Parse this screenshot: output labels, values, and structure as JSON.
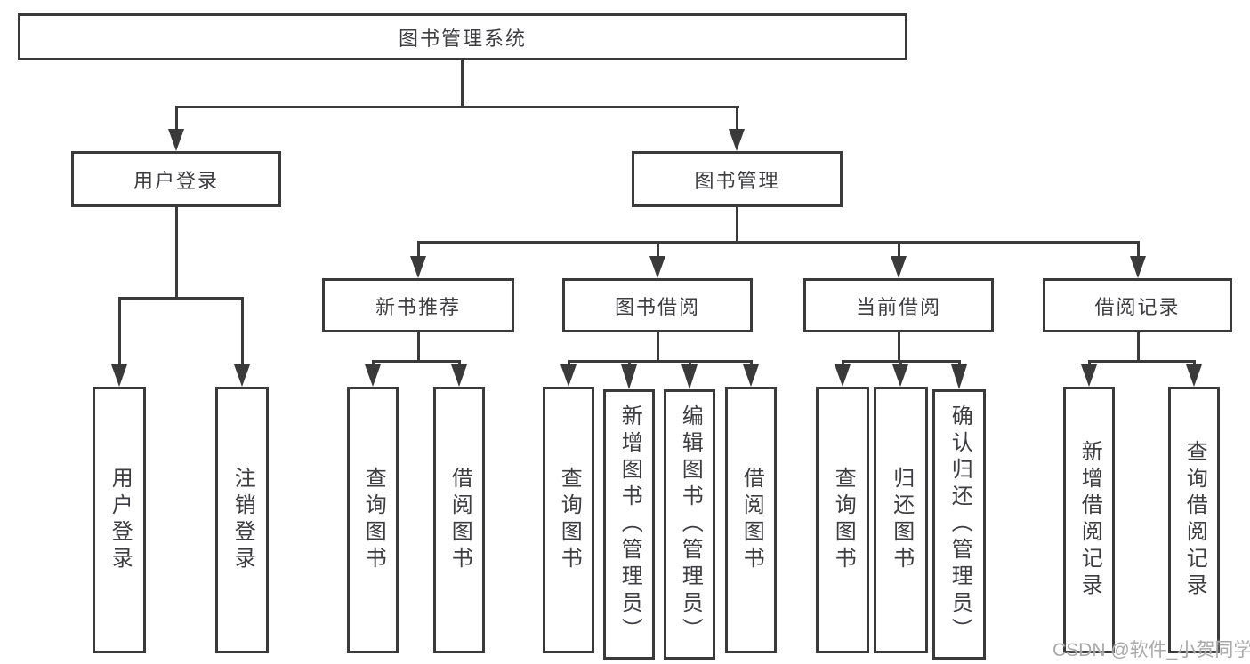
{
  "diagram": {
    "root": "图书管理系统",
    "user_login": {
      "label": "用户登录",
      "children": [
        "用户登录",
        "注销登录"
      ]
    },
    "book_mgmt": {
      "label": "图书管理"
    },
    "new_book": {
      "label": "新书推荐",
      "children": [
        "查询图书",
        "借阅图书"
      ]
    },
    "book_borrow": {
      "label": "图书借阅",
      "children": [
        "查询图书",
        "新增图书（管理员）",
        "编辑图书（管理员）",
        "借阅图书"
      ]
    },
    "current_borrow": {
      "label": "当前借阅",
      "children": [
        "查询图书",
        "归还图书",
        "确认归还（管理员）"
      ]
    },
    "borrow_record": {
      "label": "借阅记录",
      "children": [
        "新增借阅记录",
        "查询借阅记录"
      ]
    },
    "watermark": "CSDN @软件_小贺同学",
    "colors": {
      "line": "#3a3a3a",
      "text": "#3d3d42",
      "watermark": "#a9a9a9"
    }
  }
}
